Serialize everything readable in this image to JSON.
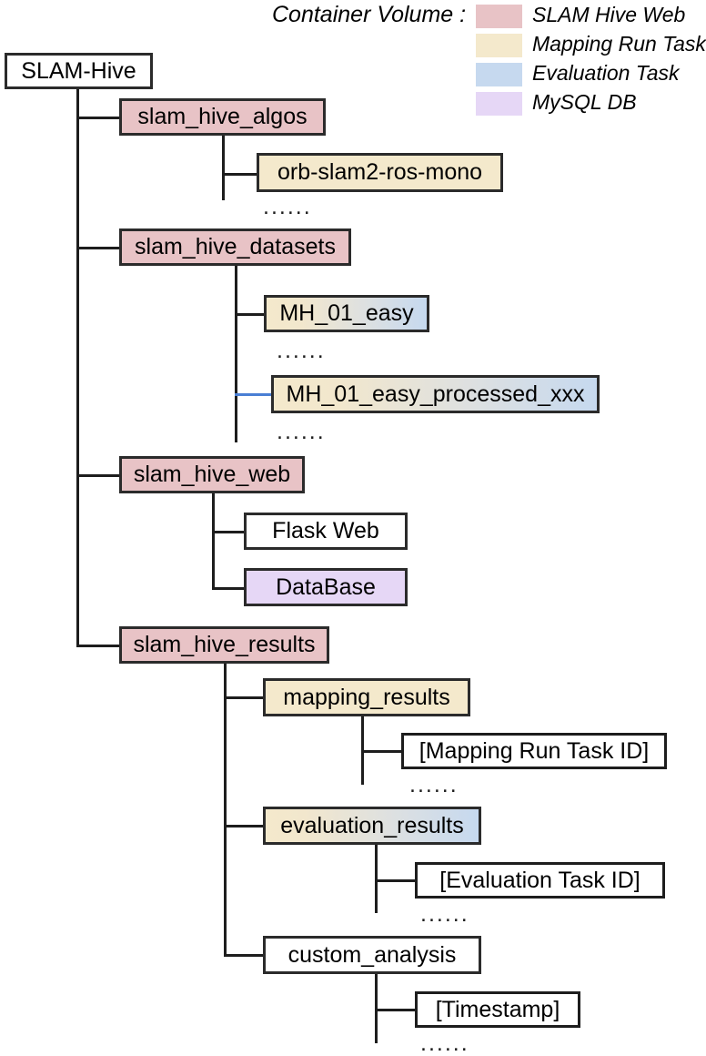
{
  "legend": {
    "title": "Container Volume :",
    "items": [
      {
        "label": "SLAM Hive Web",
        "color": "#e8c3c6"
      },
      {
        "label": "Mapping Run Task",
        "color": "#f4e9cc"
      },
      {
        "label": "Evaluation Task",
        "color": "#c6d9ef"
      },
      {
        "label": "MySQL DB",
        "color": "#e6d7f6"
      }
    ]
  },
  "ellipsis": "......",
  "tree": {
    "root": {
      "label": "SLAM-Hive",
      "fill": "#ffffff"
    },
    "nodes": [
      {
        "label": "slam_hive_algos",
        "fill": "#e8c3c6"
      },
      {
        "label": "orb-slam2-ros-mono",
        "fill": "#f4e9cc"
      },
      {
        "label": "slam_hive_datasets",
        "fill": "#e8c3c6"
      },
      {
        "label": "MH_01_easy",
        "fill": "gradient-cream-blue"
      },
      {
        "label": "MH_01_easy_processed_xxx",
        "fill": "gradient-cream-blue"
      },
      {
        "label": "slam_hive_web",
        "fill": "#e8c3c6"
      },
      {
        "label": "Flask Web",
        "fill": "#ffffff"
      },
      {
        "label": "DataBase",
        "fill": "#e6d7f6"
      },
      {
        "label": "slam_hive_results",
        "fill": "#e8c3c6"
      },
      {
        "label": "mapping_results",
        "fill": "#f4e9cc"
      },
      {
        "label": "[Mapping Run Task ID]",
        "fill": "#ffffff"
      },
      {
        "label": "evaluation_results",
        "fill": "gradient-cream-blue"
      },
      {
        "label": "[Evaluation Task ID]",
        "fill": "#ffffff"
      },
      {
        "label": "custom_analysis",
        "fill": "#ffffff"
      },
      {
        "label": "[Timestamp]",
        "fill": "#ffffff"
      }
    ]
  },
  "colors": {
    "slam_hive_web": "#e8c3c6",
    "mapping_run_task": "#f4e9cc",
    "evaluation_task": "#c6d9ef",
    "mysql_db": "#e6d7f6",
    "line": "#1d1d1d",
    "line_highlight": "#4a7fd4",
    "border": "#2b2b2b"
  }
}
